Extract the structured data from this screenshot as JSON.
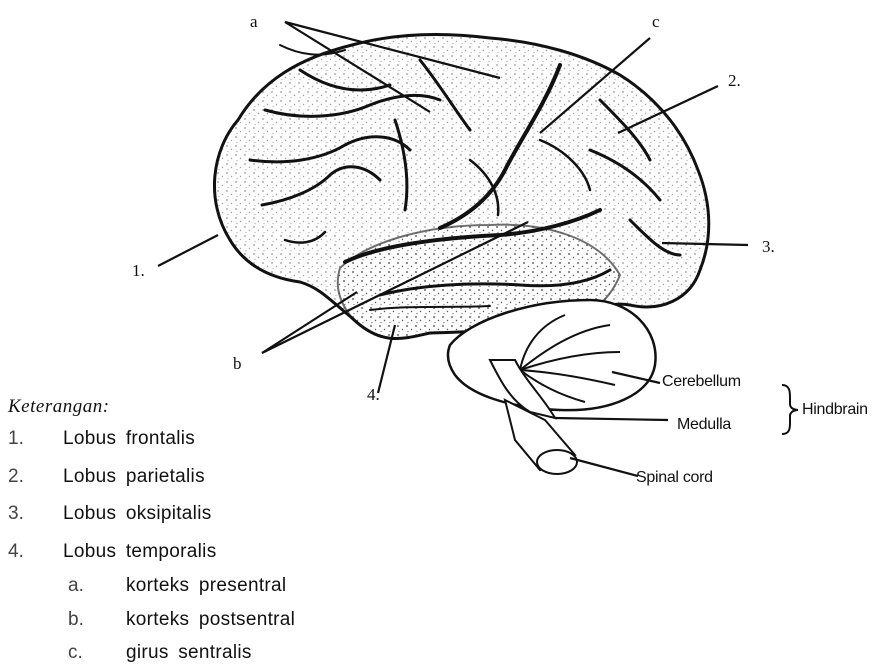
{
  "diagram": {
    "letter_labels": {
      "a": "a",
      "b": "b",
      "c": "c"
    },
    "number_labels": {
      "n1": "1.",
      "n2": "2.",
      "n3": "3.",
      "n4": "4."
    },
    "hindbrain_labels": {
      "cerebellum": "Cerebellum",
      "medulla": "Medulla",
      "spinal_cord": "Spinal cord",
      "hindbrain": "Hindbrain"
    }
  },
  "legend": {
    "title": "Keterangan:",
    "items": [
      {
        "number": "1.",
        "text": "Lobus frontalis"
      },
      {
        "number": "2.",
        "text": "Lobus parietalis"
      },
      {
        "number": "3.",
        "text": "Lobus oksipitalis"
      },
      {
        "number": "4.",
        "text": "Lobus temporalis"
      }
    ],
    "subitems": [
      {
        "letter": "a.",
        "text": "korteks presentral"
      },
      {
        "letter": "b.",
        "text": "korteks postsentral"
      },
      {
        "letter": "c.",
        "text": "girus sentralis"
      }
    ]
  }
}
